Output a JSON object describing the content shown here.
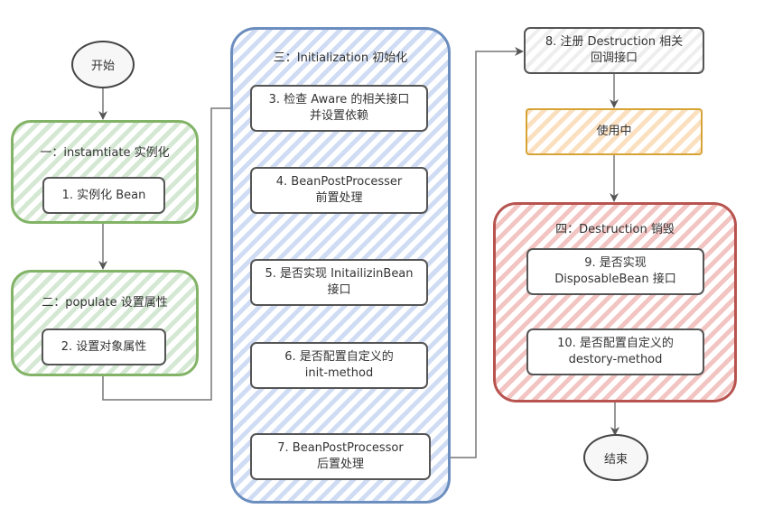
{
  "diagram": {
    "start": "开始",
    "end": "结束",
    "groups": [
      {
        "id": "instantiate",
        "title": "一：instamtiate 实例化",
        "color": "#82b366",
        "steps": [
          {
            "line1": "1. 实例化 Bean",
            "line2": ""
          }
        ]
      },
      {
        "id": "populate",
        "title": "二：populate 设置属性",
        "color": "#82b366",
        "steps": [
          {
            "line1": "2. 设置对象属性",
            "line2": ""
          }
        ]
      },
      {
        "id": "initialization",
        "title": "三：Initialization 初始化",
        "color": "#6c8ebf",
        "steps": [
          {
            "line1": "3. 检查 Aware 的相关接口",
            "line2": "并设置依赖"
          },
          {
            "line1": "4. BeanPostProcesser",
            "line2": "前置处理"
          },
          {
            "line1": "5. 是否实现 InitailizinBean",
            "line2": "接口"
          },
          {
            "line1": "6. 是否配置自定义的",
            "line2": "init-method"
          },
          {
            "line1": "7. BeanPostProcessor",
            "line2": "后置处理"
          }
        ]
      },
      {
        "id": "destruction",
        "title": "四：Destruction 销毁",
        "color": "#b85450",
        "steps": [
          {
            "line1": "9. 是否实现",
            "line2": "DisposableBean 接口"
          },
          {
            "line1": "10. 是否配置自定义的",
            "line2": "destory-method"
          }
        ]
      }
    ],
    "register_step": {
      "line1": "8. 注册 Destruction 相关",
      "line2": "回调接口"
    },
    "in_use": "使用中",
    "colors": {
      "connector": "#777777",
      "box_border": "#555555",
      "in_use_border": "#d6a334"
    }
  }
}
